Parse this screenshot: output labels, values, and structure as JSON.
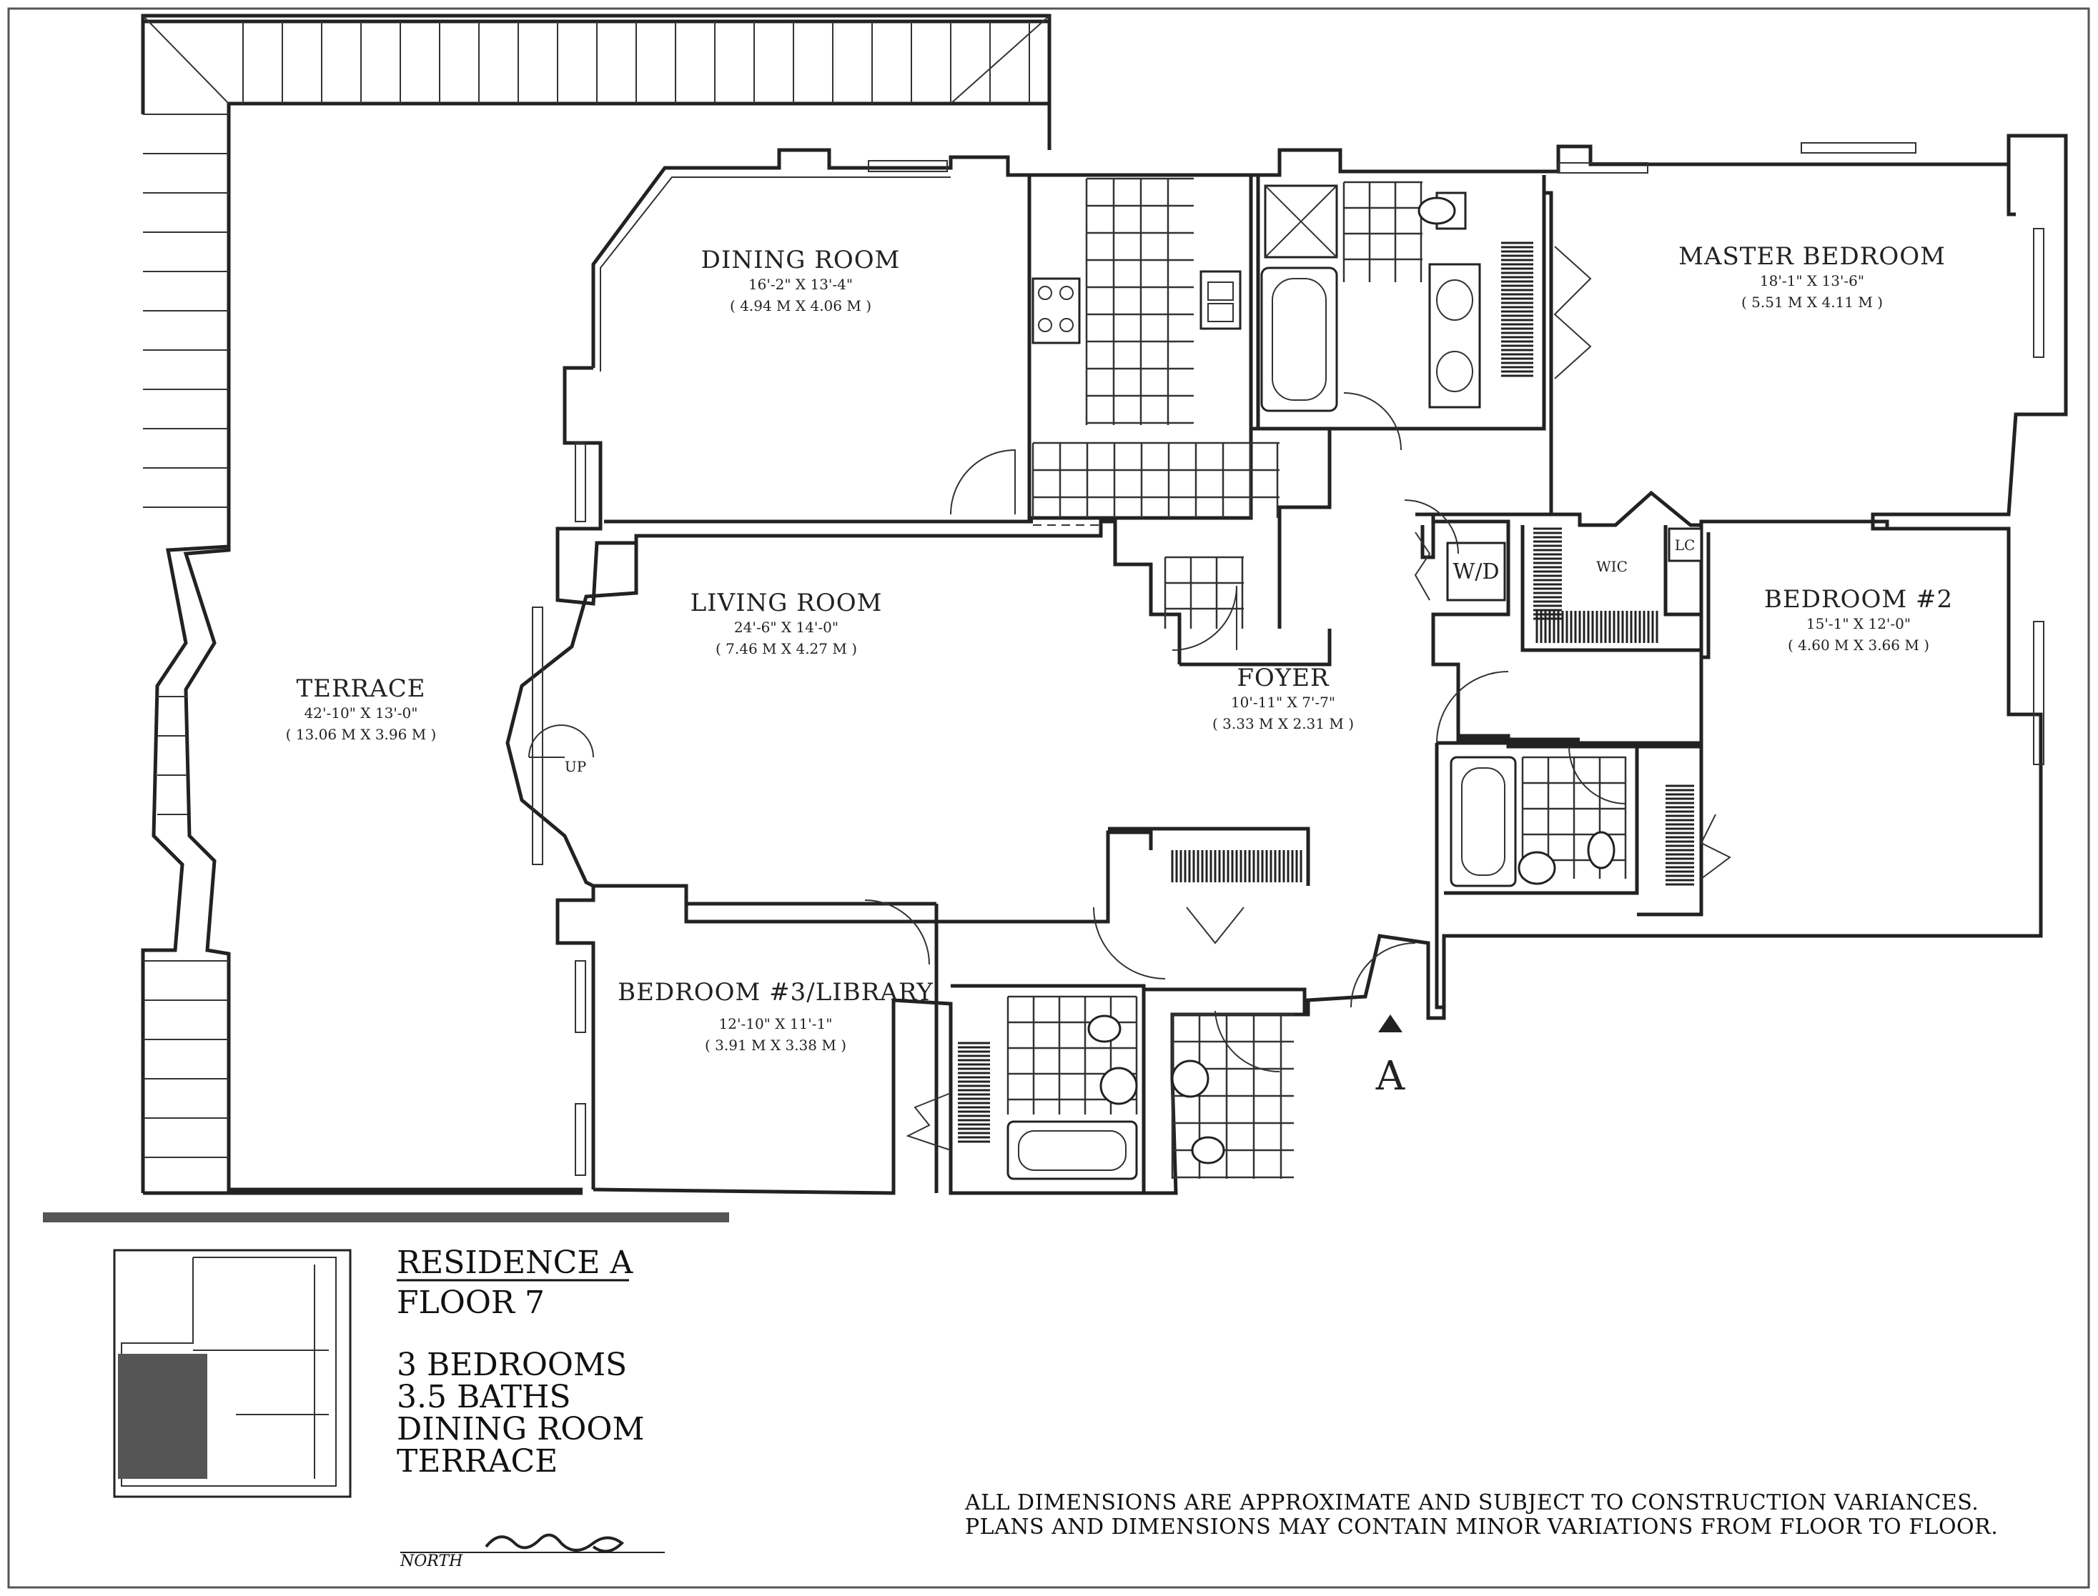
{
  "rooms": {
    "dining_room": {
      "name": "DINING ROOM",
      "dim_ft": "16'-2\" X 13'-4\"",
      "dim_m": "( 4.94 M X 4.06 M )"
    },
    "master_bedroom": {
      "name": "MASTER BEDROOM",
      "dim_ft": "18'-1\" X 13'-6\"",
      "dim_m": "( 5.51 M X 4.11 M )"
    },
    "living_room": {
      "name": "LIVING ROOM",
      "dim_ft": "24'-6\" X 14'-0\"",
      "dim_m": "( 7.46 M X 4.27 M )"
    },
    "terrace": {
      "name": "TERRACE",
      "dim_ft": "42'-10\" X 13'-0\"",
      "dim_m": "( 13.06 M X 3.96 M )"
    },
    "foyer": {
      "name": "FOYER",
      "dim_ft": "10'-11\"  X 7'-7\"",
      "dim_m": "( 3.33 M X 2.31 M )"
    },
    "bedroom_2": {
      "name": "BEDROOM #2",
      "dim_ft": "15'-1\" X 12'-0\"",
      "dim_m": "( 4.60 M X 3.66 M )"
    },
    "bedroom_3": {
      "name": "BEDROOM #3/LIBRARY",
      "dim_ft": "12'-10\" X 11'-1\"",
      "dim_m": "( 3.91 M X 3.38 M )"
    }
  },
  "fixtures": {
    "wd": "W/D",
    "wic": "WIC",
    "lc": "LC",
    "up": "UP"
  },
  "entry_marker": "A",
  "legend": {
    "residence": "RESIDENCE A",
    "floor": "FLOOR 7",
    "features": [
      "3 BEDROOMS",
      "3.5 BATHS",
      "DINING ROOM",
      "TERRACE"
    ],
    "north": "NORTH"
  },
  "disclaimer": [
    "ALL DIMENSIONS ARE APPROXIMATE AND SUBJECT TO CONSTRUCTION VARIANCES.",
    "PLANS AND DIMENSIONS MAY CONTAIN MINOR VARIATIONS FROM FLOOR TO FLOOR."
  ]
}
